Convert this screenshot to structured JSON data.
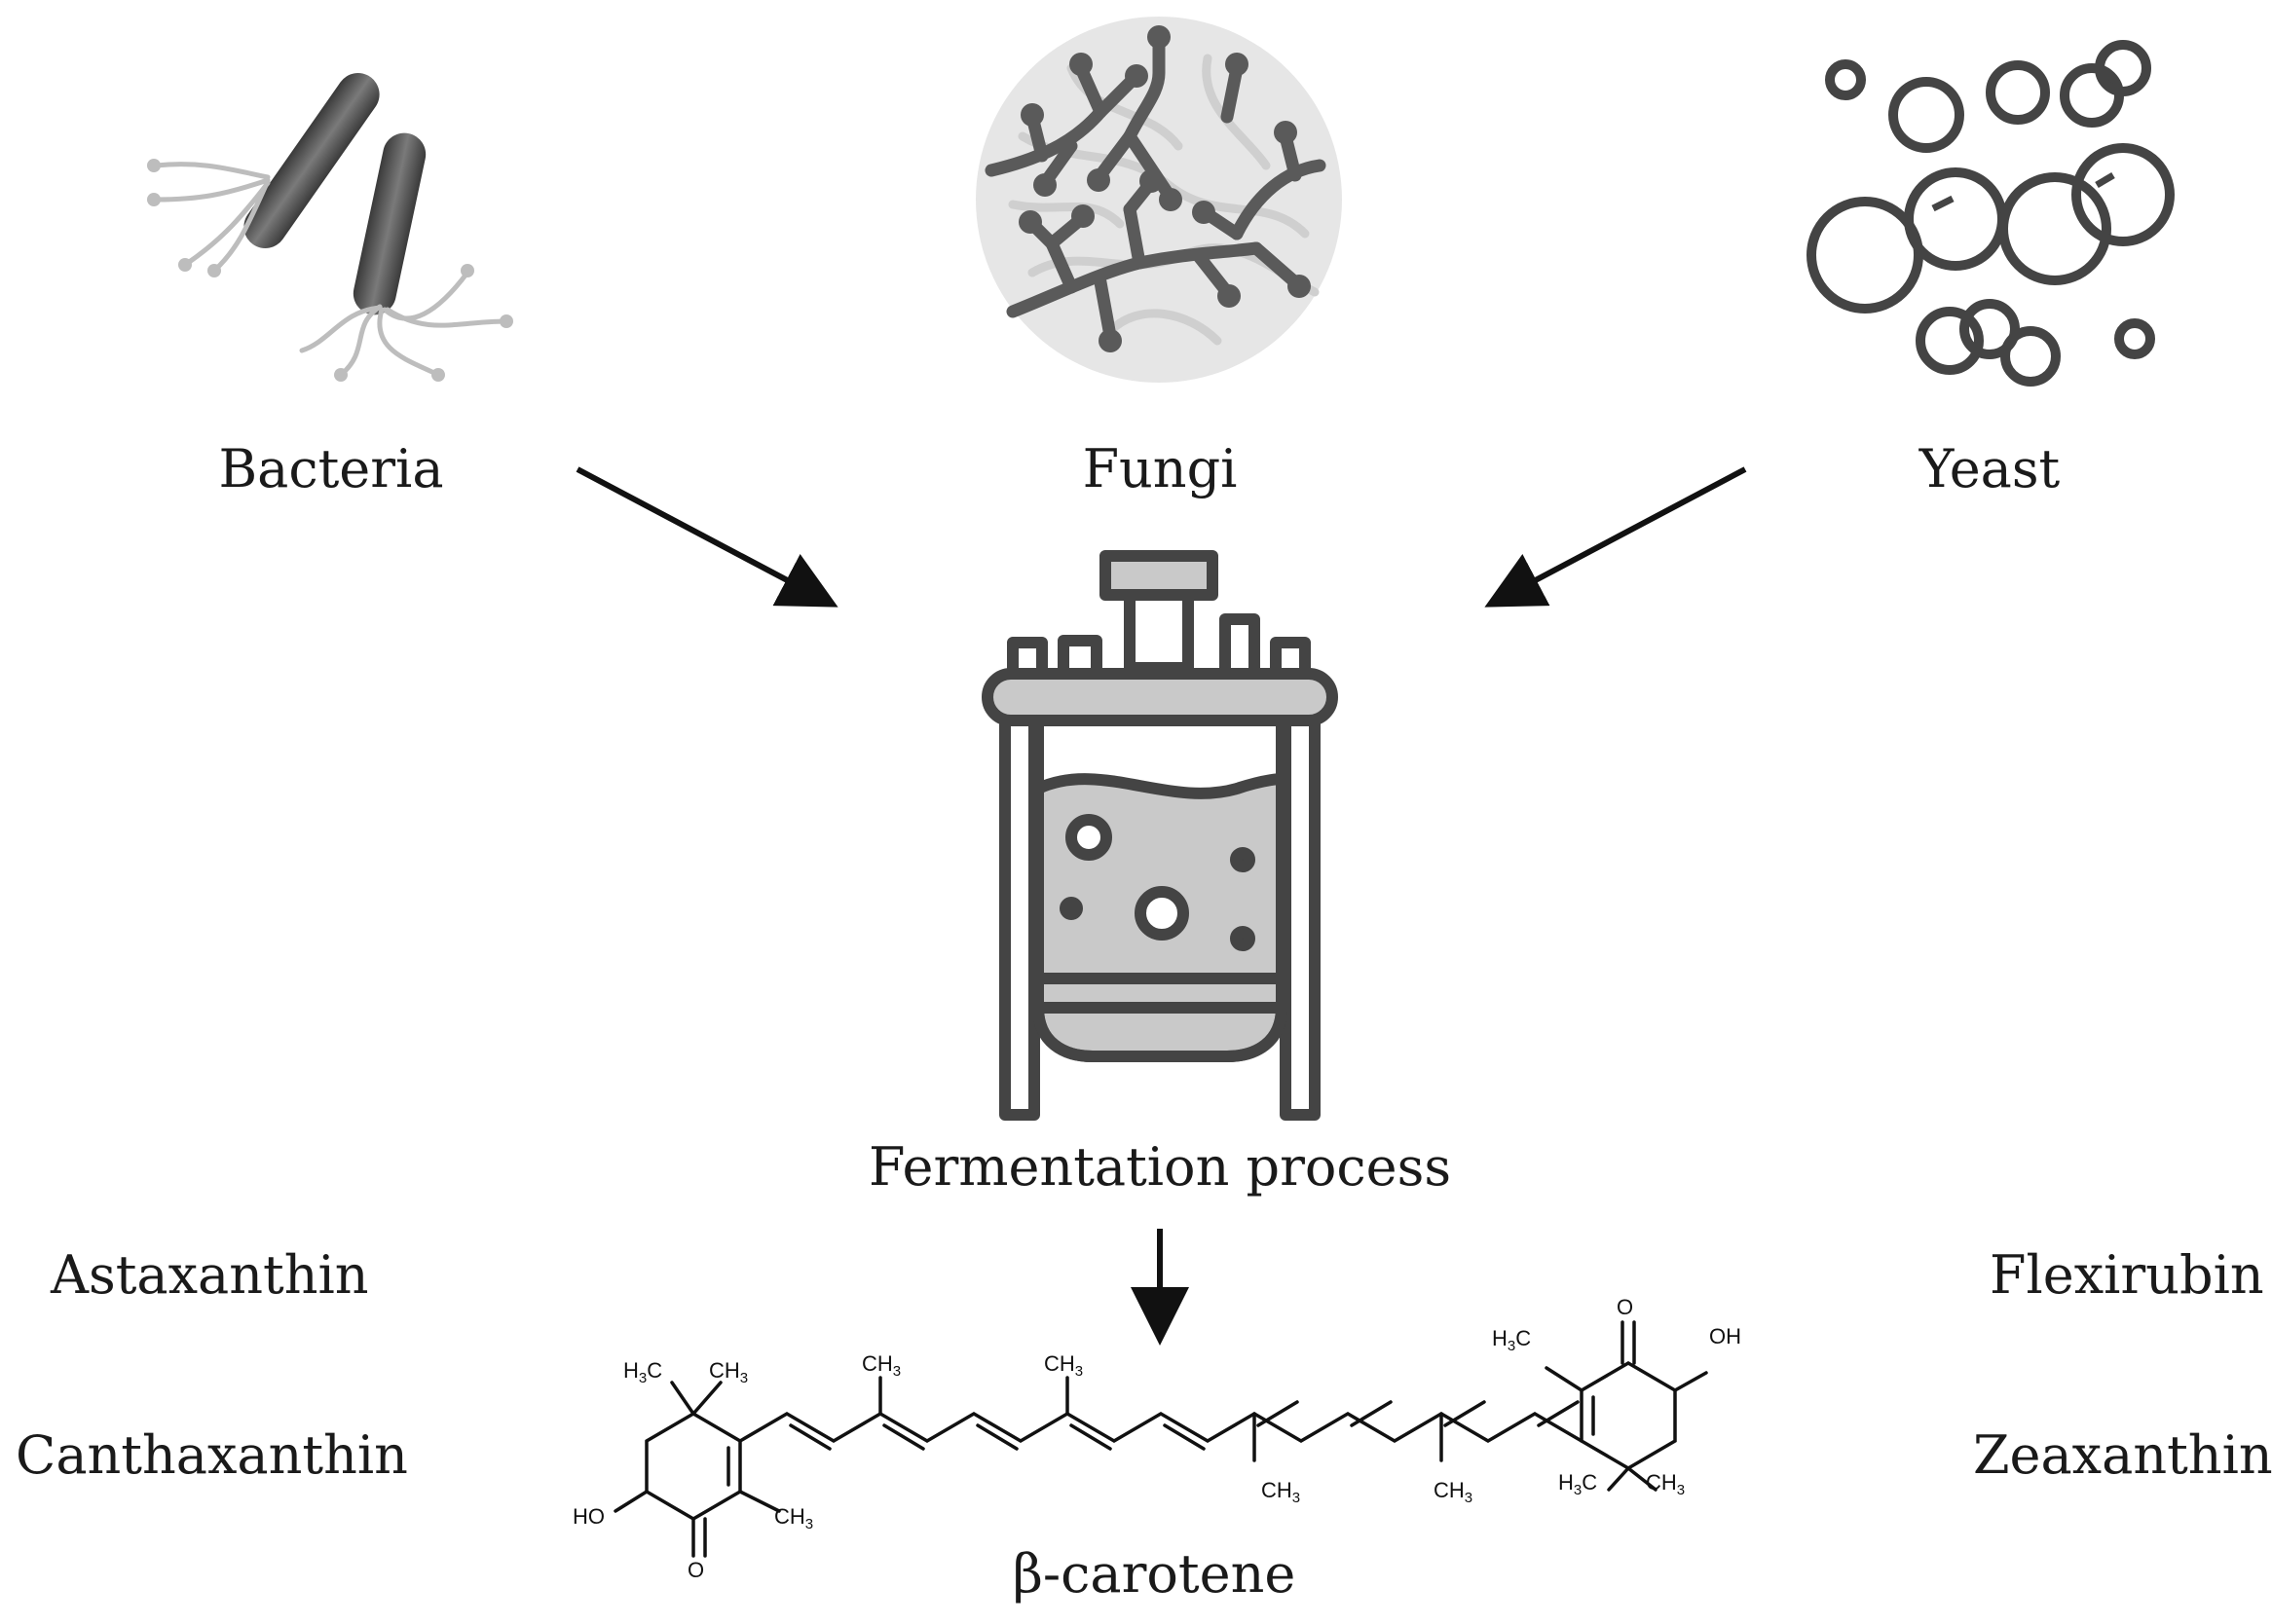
{
  "sources": [
    {
      "id": "bacteria",
      "label": "Bacteria",
      "icon": "bacteria-icon"
    },
    {
      "id": "fungi",
      "label": "Fungi",
      "icon": "fungi-icon"
    },
    {
      "id": "yeast",
      "label": "Yeast",
      "icon": "yeast-icon"
    }
  ],
  "process": {
    "label": "Fermentation process",
    "icon": "bioreactor-icon"
  },
  "products": {
    "left": [
      "Astaxanthin",
      "Canthaxanthin"
    ],
    "right": [
      "Flexirubin",
      "Zeaxanthin"
    ],
    "center": "β-carotene"
  },
  "molecule_labels": {
    "h3c": "H3C",
    "ch3": "CH3",
    "ho": "HO",
    "oh": "OH",
    "o": "O"
  },
  "colors": {
    "ink": "#1a1a1a",
    "icon_dark": "#555555",
    "icon_light": "#c9c9c9",
    "disc": "#e6e6e6"
  }
}
